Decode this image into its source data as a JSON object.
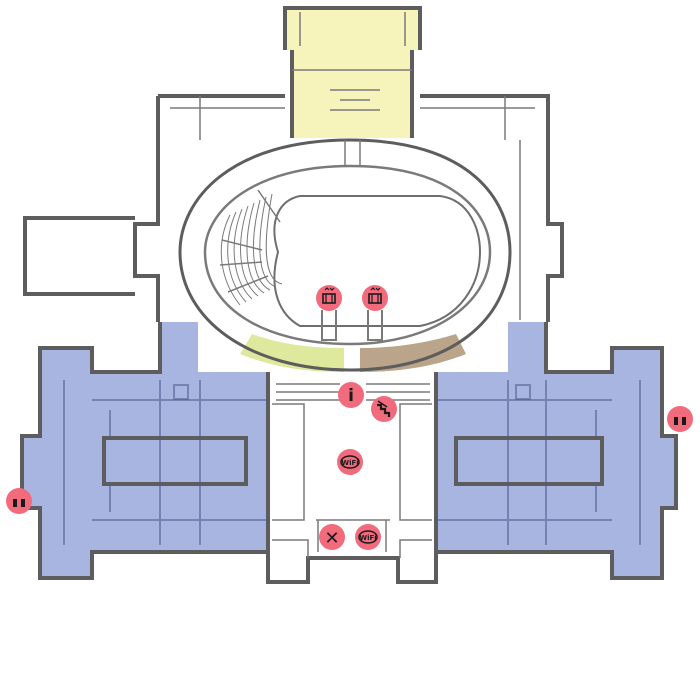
{
  "map": {
    "colors": {
      "west_wing": "#a7b5e0",
      "east_wing": "#a7b5e0",
      "north_block": "#f6f4bb",
      "southwest_sector": "#dfe99d",
      "southeast_sector": "#bba58a",
      "wall": "#5d5d5d",
      "poi": "#f16b7d"
    },
    "pois": [
      {
        "id": "elevator",
        "icon": "elevator-icon"
      },
      {
        "id": "elevator",
        "icon": "elevator-icon"
      },
      {
        "id": "info",
        "icon": "info-icon",
        "glyph": "i"
      },
      {
        "id": "stairs",
        "icon": "stairs-icon"
      },
      {
        "id": "wifi",
        "icon": "wifi-icon",
        "glyph": "WiFi"
      },
      {
        "id": "restaurant",
        "icon": "restaurant-icon",
        "glyph": "✕"
      },
      {
        "id": "wifi",
        "icon": "wifi-icon",
        "glyph": "WiFi"
      },
      {
        "id": "restroom",
        "icon": "restroom-icon"
      },
      {
        "id": "restroom",
        "icon": "restroom-icon"
      }
    ]
  }
}
